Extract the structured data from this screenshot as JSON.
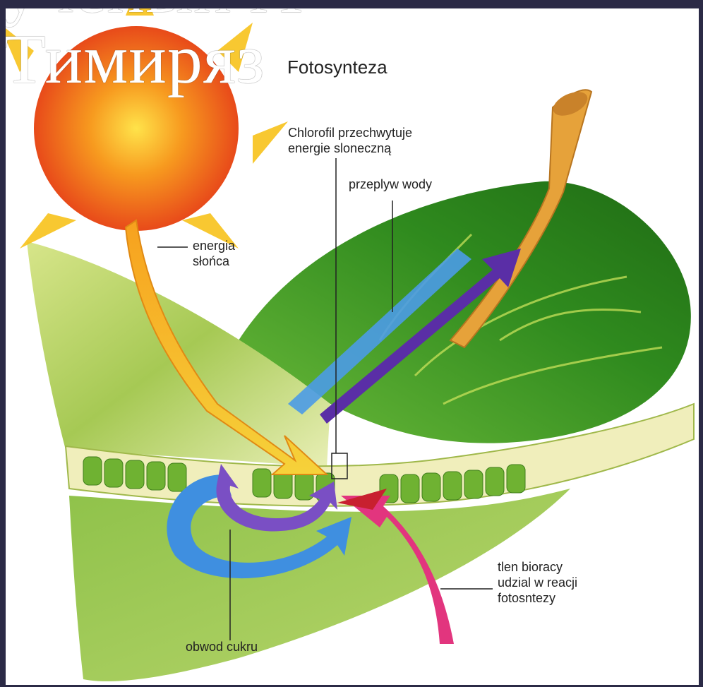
{
  "slide": {
    "title_overlay": "ученый А\nТимиряз"
  },
  "diagram": {
    "title": "Fotosynteza",
    "labels": {
      "chlorophyll": "Chlorofil przechwytuje\nenergie sloneczną",
      "water_flow": "przeplyw wody",
      "solar_energy": "energia\nsłońca",
      "oxygen": "tlen bioracy\nudzial w reacji\nfotosntezy",
      "sugar": "obwod cukru"
    }
  },
  "colors": {
    "background": "#2b2a46",
    "leaf_dark": "#2f8a1e",
    "leaf_light": "#b9d66a",
    "sun_orange": "#f36b1c",
    "sun_yellow": "#f7c21b",
    "water_blue": "#3f8fe0",
    "sugar_purple": "#5a2ea6",
    "oxygen_pink": "#e2357e"
  },
  "icons": [
    "sun-icon",
    "leaf-illustration"
  ]
}
